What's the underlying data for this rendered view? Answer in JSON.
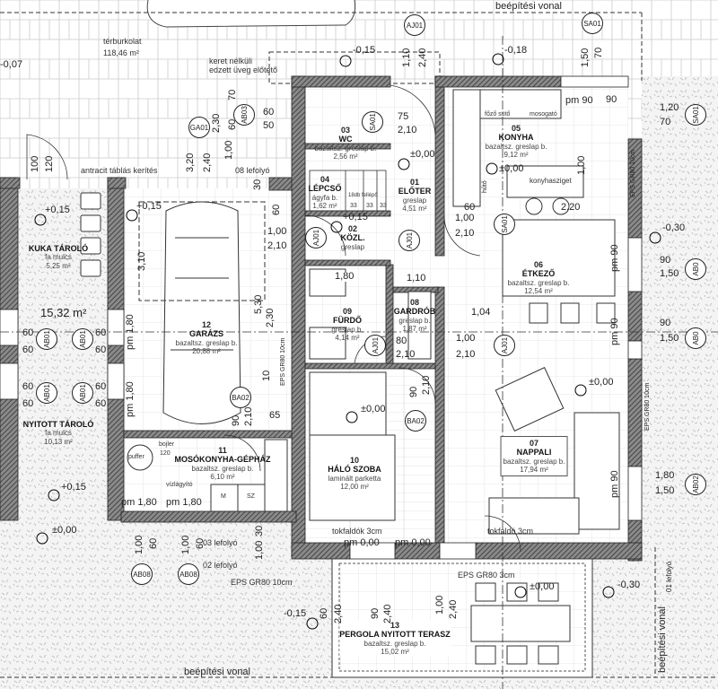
{
  "site": {
    "paving_label": "térburkolat",
    "paving_area": "118,46 m²",
    "canopy_line1": "keret nélküli",
    "canopy_line2": "edzett üveg előtető",
    "fence": "antracit táblás kerítés",
    "building_line_top": "beépítési vonal",
    "building_line_bottom": "beépítési vonal",
    "building_line_right": "beépítési vonal",
    "storage_total": "15,32 m²"
  },
  "rooms": [
    {
      "num": "05",
      "name": "KONYHA",
      "floor": "bazaltsz. greslap b.",
      "area": "9,12 m²"
    },
    {
      "num": "01",
      "name": "ELŐTER",
      "floor": "greslap",
      "area": "4,51 m²"
    },
    {
      "num": "03",
      "name": "WC",
      "floor": "bazaltsz. greslap b.",
      "area": "2,56 m²"
    },
    {
      "num": "04",
      "name": "LÉPCSŐ",
      "floor": "ágyfa b.",
      "area": "1,62 m²"
    },
    {
      "num": "02",
      "name": "KÖZL.",
      "floor": "greslap",
      "area": ""
    },
    {
      "num": "06",
      "name": "ÉTKEZŐ",
      "floor": "bazaltsz. greslap b.",
      "area": "12,54 m²"
    },
    {
      "num": "07",
      "name": "NAPPALI",
      "floor": "bazaltsz. greslap b.",
      "area": "17,94 m²"
    },
    {
      "num": "08",
      "name": "GARDRÓB",
      "floor": "greslap b.",
      "area": "1,87 m²"
    },
    {
      "num": "09",
      "name": "FÜRDŐ",
      "floor": "greslap b.",
      "area": "4,14 m²"
    },
    {
      "num": "10",
      "name": "HÁLÓ SZOBA",
      "floor": "laminált parketta",
      "area": "12,00 m²"
    },
    {
      "num": "11",
      "name": "MOSÓKONYHA-GÉPHÁZ",
      "floor": "bazaltsz. greslap b.",
      "area": "6,10 m²"
    },
    {
      "num": "12",
      "name": "GARÁZS",
      "floor": "bazaltsz. greslap b.",
      "area": "20,88 m²"
    },
    {
      "num": "13",
      "name": "PERGOLA NYITOTT TERASZ",
      "floor": "bazaltsz. greslap b.",
      "area": "15,02 m²"
    },
    {
      "num": "",
      "name": "KUKA TÁROLÓ",
      "floor": "fa mulcs",
      "area": "5,25 m²"
    },
    {
      "num": "",
      "name": "NYITOTT TÁROLÓ",
      "floor": "fa mulcs",
      "area": "10,13 m²"
    }
  ],
  "levels": [
    "-0,07",
    "+0,15",
    "+0,15",
    "-0,15",
    "-0,18",
    "±0,00",
    "±0,00",
    "+0,15",
    "-0,30",
    "±0,00",
    "±0,00",
    "+0,15",
    "±0,00",
    "-0,15",
    "±0,00",
    "-0,30"
  ],
  "tags": [
    "GA01",
    "AB03",
    "AJ01",
    "SA01",
    "SA01",
    "SA01",
    "AJ01",
    "AJ01",
    "SA01",
    "AB01",
    "AB01",
    "AB01",
    "AB01",
    "BA02",
    "AJ01",
    "AJ01",
    "BA02",
    "AB0",
    "AB0",
    "AB02",
    "AB08",
    "AB08"
  ],
  "dims": [
    "60",
    "50",
    "2,30",
    "70",
    "60",
    "1,00",
    "3,20",
    "2,40",
    "100",
    "120",
    "30",
    "60",
    "1,00",
    "2,10",
    "3,10",
    "5,30",
    "2,30",
    "2,10",
    "90",
    "65",
    "10",
    "75",
    "2,10",
    "1,10",
    "2,40",
    "1,50",
    "70",
    "1,20",
    "70",
    "90",
    "1,00",
    "60",
    "1,00",
    "2,10",
    "2,20",
    "90",
    "1,50",
    "90",
    "1,50",
    "1,80",
    "1,50",
    "1,80",
    "1,10",
    "80",
    "2,10",
    "1,00",
    "2,10",
    "2,10",
    "90",
    "1,04",
    "60",
    "60",
    "60",
    "60",
    "60",
    "60",
    "60",
    "60",
    "1,00",
    "60",
    "1,00",
    "60",
    "30",
    "1,00",
    "60",
    "2,40",
    "90",
    "2,40",
    "1,00",
    "2,40"
  ],
  "notes": {
    "drain08": "08 lefolyó",
    "drain03": "03 lefolyó",
    "drain02": "02 lefolyó",
    "drain01": "01 lefolyó",
    "eps1": "EPS GR80 10cm",
    "eps2": "EPS GR80 3cm",
    "eps3": "EPS GR80 10cm",
    "eps4": "EPS GR80 10cm",
    "eps5": "EPS GR80 10cm",
    "sill1": "tokfaldók 3cm",
    "sill2": "tokfaldó 3cm",
    "pm1": "pm 0,00",
    "pm2": "pm 0,00",
    "pm3": "pm 1,80",
    "pm4": "pm 1,80",
    "pm5": "pm 90",
    "pm6": "pm 90",
    "pm7": "pm 90",
    "pm8": "pm 90",
    "pm9": "pm 1,80",
    "pm10": "pm 1,80",
    "puffer": "puffer",
    "boiler": "bojler",
    "boiler_size": "120",
    "softener": "vízlágyító",
    "m": "M",
    "sz": "SZ",
    "cooker": "főző sütő",
    "sink": "mosogató",
    "island": "konyhasziget",
    "fridge": "hűtő",
    "stair": "18db fellépő",
    "step1": "33",
    "step2": "33",
    "step3": "33"
  },
  "colors": {
    "wall": "#555555",
    "line": "#222222",
    "ground": "#f2f2f2"
  }
}
